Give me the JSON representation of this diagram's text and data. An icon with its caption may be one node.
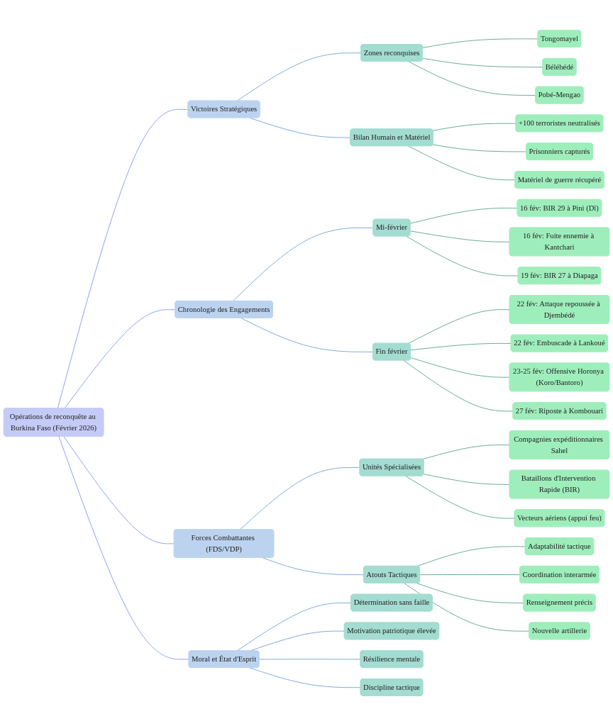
{
  "diagram": {
    "nodes": [
      {
        "text": [
          "Opérations de reconquête au Burkina Faso (Février 2026)"
        ]
      },
      {
        "text": [
          "Victoires Stratégiques"
        ]
      },
      {
        "text": [
          "Zones reconquises"
        ]
      },
      {
        "text": [
          "Tongomayel"
        ]
      },
      {
        "text": [
          "Béléhédé"
        ]
      },
      {
        "text": [
          "Pobé-Mengao"
        ]
      },
      {
        "text": [
          "Bilan Humain et Matériel"
        ]
      },
      {
        "text": [
          "+100 terroristes neutralisés"
        ]
      },
      {
        "text": [
          "Prisonniers capturés"
        ]
      },
      {
        "text": [
          "Matériel de guerre récupéré"
        ]
      },
      {
        "text": [
          "Chronologie des Engagements"
        ]
      },
      {
        "text": [
          "Mi-février"
        ]
      },
      {
        "text": [
          "16 fév: BIR 29 à Pini (Dî)"
        ]
      },
      {
        "text": [
          "16 fév: Fuite ennemie à Kantchari"
        ]
      },
      {
        "text": [
          "19 fév: BIR 27 à Diapaga"
        ]
      },
      {
        "text": [
          "Fin février"
        ]
      },
      {
        "text": [
          "22 fév: Attaque repoussée à Djembédé"
        ]
      },
      {
        "text": [
          "22 fév: Embuscade à Lankoué"
        ]
      },
      {
        "text": [
          "23-25 fév: Offensive Horonya (Koro/Bantoro)"
        ]
      },
      {
        "text": [
          "27 fév: Riposte à Kombouari"
        ]
      },
      {
        "text": [
          "Forces Combattantes (FDS/VDP)"
        ]
      },
      {
        "text": [
          "Unités Spécialisées"
        ]
      },
      {
        "text": [
          "Compagnies expéditionnaires Sahel"
        ]
      },
      {
        "text": [
          "Bataillons d'Intervention Rapide (BIR)"
        ]
      },
      {
        "text": [
          "Vecteurs aériens (appui feu)"
        ]
      },
      {
        "text": [
          "Atouts Tactiques"
        ]
      },
      {
        "text": [
          "Adaptabilité tactique"
        ]
      },
      {
        "text": [
          "Coordination interarmée"
        ]
      },
      {
        "text": [
          "Renseignement précis"
        ]
      },
      {
        "text": [
          "Nouvelle artillerie"
        ]
      },
      {
        "text": [
          "Moral et État d'Esprit"
        ]
      },
      {
        "text": [
          "Détermination sans faille"
        ]
      },
      {
        "text": [
          "Motivation patriotique élevée"
        ]
      },
      {
        "text": [
          "Résilience mentale"
        ]
      },
      {
        "text": [
          "Discipline tactique"
        ]
      }
    ],
    "edges": [
      {
        "from": 0,
        "to": 1,
        "arrow": "none",
        "color": "#8c9eff"
      },
      {
        "from": 1,
        "to": 2,
        "arrow": "none",
        "color": "#7fa8e0"
      },
      {
        "from": 2,
        "to": 3,
        "arrow": "none"
      },
      {
        "from": 2,
        "to": 4,
        "arrow": "none"
      },
      {
        "from": 2,
        "to": 5,
        "arrow": "none"
      },
      {
        "from": 1,
        "to": 6,
        "arrow": "none",
        "color": "#7fa8e0"
      },
      {
        "from": 6,
        "to": 7,
        "arrow": "none"
      },
      {
        "from": 6,
        "to": 8,
        "arrow": "none"
      },
      {
        "from": 6,
        "to": 9,
        "arrow": "none"
      },
      {
        "from": 0,
        "to": 10,
        "arrow": "none",
        "color": "#8c9eff"
      },
      {
        "from": 10,
        "to": 11,
        "arrow": "none",
        "color": "#7fa8e0"
      },
      {
        "from": 11,
        "to": 12,
        "arrow": "none"
      },
      {
        "from": 11,
        "to": 13,
        "arrow": "none"
      },
      {
        "from": 11,
        "to": 14,
        "arrow": "none"
      },
      {
        "from": 10,
        "to": 15,
        "arrow": "none",
        "color": "#7fa8e0"
      },
      {
        "from": 15,
        "to": 16,
        "arrow": "none"
      },
      {
        "from": 15,
        "to": 17,
        "arrow": "none"
      },
      {
        "from": 15,
        "to": 18,
        "arrow": "none"
      },
      {
        "from": 15,
        "to": 19,
        "arrow": "none"
      },
      {
        "from": 0,
        "to": 20,
        "arrow": "none",
        "color": "#8c9eff"
      },
      {
        "from": 20,
        "to": 21,
        "arrow": "none",
        "color": "#7fa8e0"
      },
      {
        "from": 21,
        "to": 22,
        "arrow": "none"
      },
      {
        "from": 21,
        "to": 23,
        "arrow": "none"
      },
      {
        "from": 21,
        "to": 24,
        "arrow": "none"
      },
      {
        "from": 20,
        "to": 25,
        "arrow": "none",
        "color": "#7fa8e0"
      },
      {
        "from": 25,
        "to": 26,
        "arrow": "none"
      },
      {
        "from": 25,
        "to": 27,
        "arrow": "none"
      },
      {
        "from": 25,
        "to": 28,
        "arrow": "none"
      },
      {
        "from": 25,
        "to": 29,
        "arrow": "none"
      },
      {
        "from": 0,
        "to": 30,
        "arrow": "none",
        "color": "#8c9eff"
      },
      {
        "from": 30,
        "to": 31,
        "arrow": "none",
        "color": "#7fa8e0"
      },
      {
        "from": 30,
        "to": 32,
        "arrow": "none",
        "color": "#7fa8e0"
      },
      {
        "from": 30,
        "to": 33,
        "arrow": "none",
        "color": "#7fa8e0"
      },
      {
        "from": 30,
        "to": 34,
        "arrow": "none",
        "color": "#7fa8e0"
      }
    ]
  }
}
